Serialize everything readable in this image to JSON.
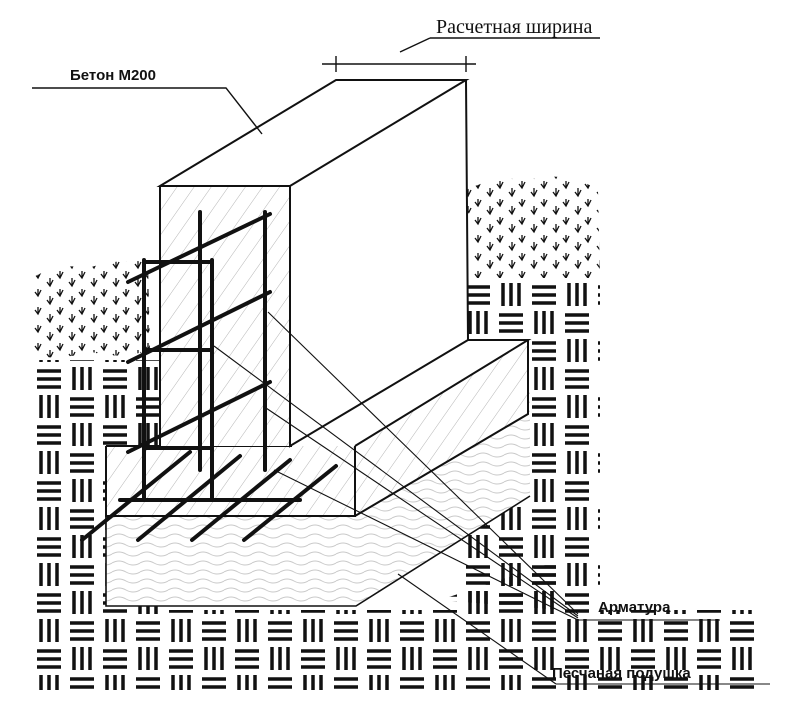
{
  "labels": {
    "width": "Расчетная ширина",
    "concrete": "Бетон М200",
    "rebar": "Арматура",
    "sand": "Песчаная подушка"
  },
  "colors": {
    "ink": "#111111",
    "background": "#ffffff",
    "sand_wave": "#c9c9c9",
    "hatch": "#b5b5b5"
  },
  "parts": [
    "soil",
    "grass",
    "sand-cushion",
    "footing-slab",
    "wall",
    "reinforcement-cage"
  ]
}
